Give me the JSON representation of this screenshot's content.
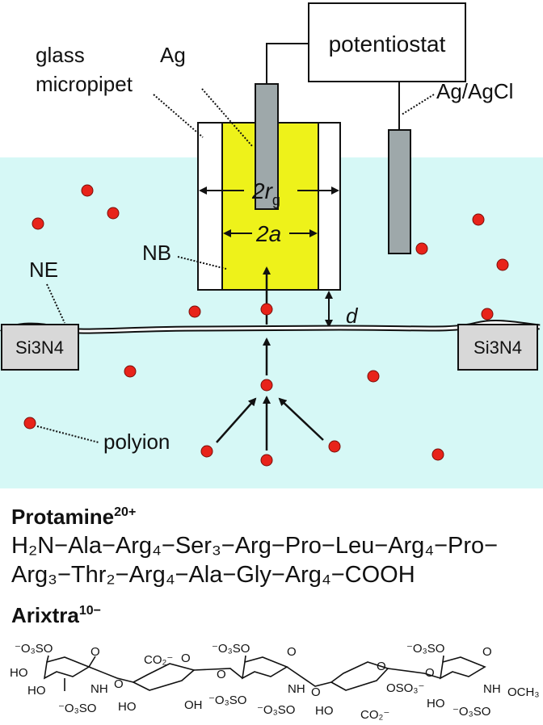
{
  "colors": {
    "solution": "#d6f8f6",
    "nb": "#eef21a",
    "electrode": "#9ea8aa",
    "polyion": "#e8231a"
  },
  "labels": {
    "potentiostat": "potentiostat",
    "ag": "Ag",
    "ag_agcl": "Ag/AgCl",
    "glass_line1": "glass",
    "glass_line2": "micropipet",
    "two_rg": "2r",
    "rg_sub": "g",
    "two_a": "2a",
    "nb": "NB",
    "ne": "NE",
    "d": "d",
    "si3n4_left": "Si3N4",
    "si3n4_right": "Si3N4",
    "polyion": "polyion"
  },
  "protamine": {
    "name": "Protamine",
    "charge": "20+",
    "line1": "H₂N−Ala−Arg₄−Ser₃−Arg−Pro−Leu−Arg₄−Pro−",
    "line2": "Arg₃−Thr₂−Arg₄−Ala−Gly−Arg₄−COOH"
  },
  "arixtra": {
    "name": "Arixtra",
    "charge": "10−",
    "groups": [
      "⁻O₃SO",
      "O",
      "HO",
      "HO",
      "NH",
      "⁻O₃SO",
      "O",
      "CO₂⁻",
      "O",
      "HO",
      "OH",
      "O",
      "⁻O₃SO",
      "O",
      "⁻O₃SO",
      "NH",
      "⁻O₃SO",
      "O",
      "O",
      "HO",
      "CO₂⁻",
      "OSO₃⁻",
      "O",
      "⁻O₃SO",
      "O",
      "HO",
      "NH",
      "⁻O₃SO",
      "OCH₃"
    ]
  }
}
